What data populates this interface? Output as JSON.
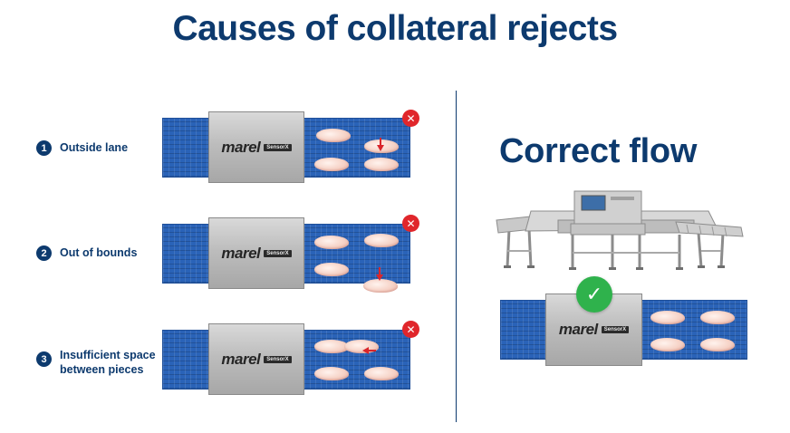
{
  "title": "Causes of collateral rejects",
  "causes": [
    {
      "number": "1",
      "label": "Outside lane"
    },
    {
      "number": "2",
      "label": "Out of bounds"
    },
    {
      "number": "3",
      "label_line1": "Insufficient space",
      "label_line2": "between pieces"
    }
  ],
  "machine_logo": {
    "brand": "marel",
    "product": "SensorX"
  },
  "correct_flow": {
    "title": "Correct flow"
  },
  "icons": {
    "reject": "close-icon",
    "accept": "check-icon"
  },
  "colors": {
    "navy": "#0d3a6e",
    "belt_blue": "#2a63b8",
    "reject_red": "#e0262b",
    "accept_green": "#2fb24c"
  }
}
